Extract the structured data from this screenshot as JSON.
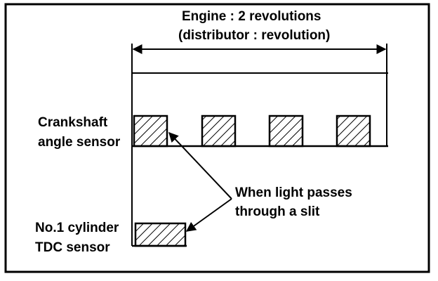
{
  "header": {
    "line1": "Engine : 2 revolutions",
    "line2": "(distributor : revolution)"
  },
  "signals": {
    "crank": {
      "line1": "Crankshaft",
      "line2": "angle sensor"
    },
    "tdc": {
      "line1": "No.1 cylinder",
      "line2": "TDC sensor"
    }
  },
  "callout": {
    "line1": "When light passes",
    "line2": "through a slit"
  }
}
